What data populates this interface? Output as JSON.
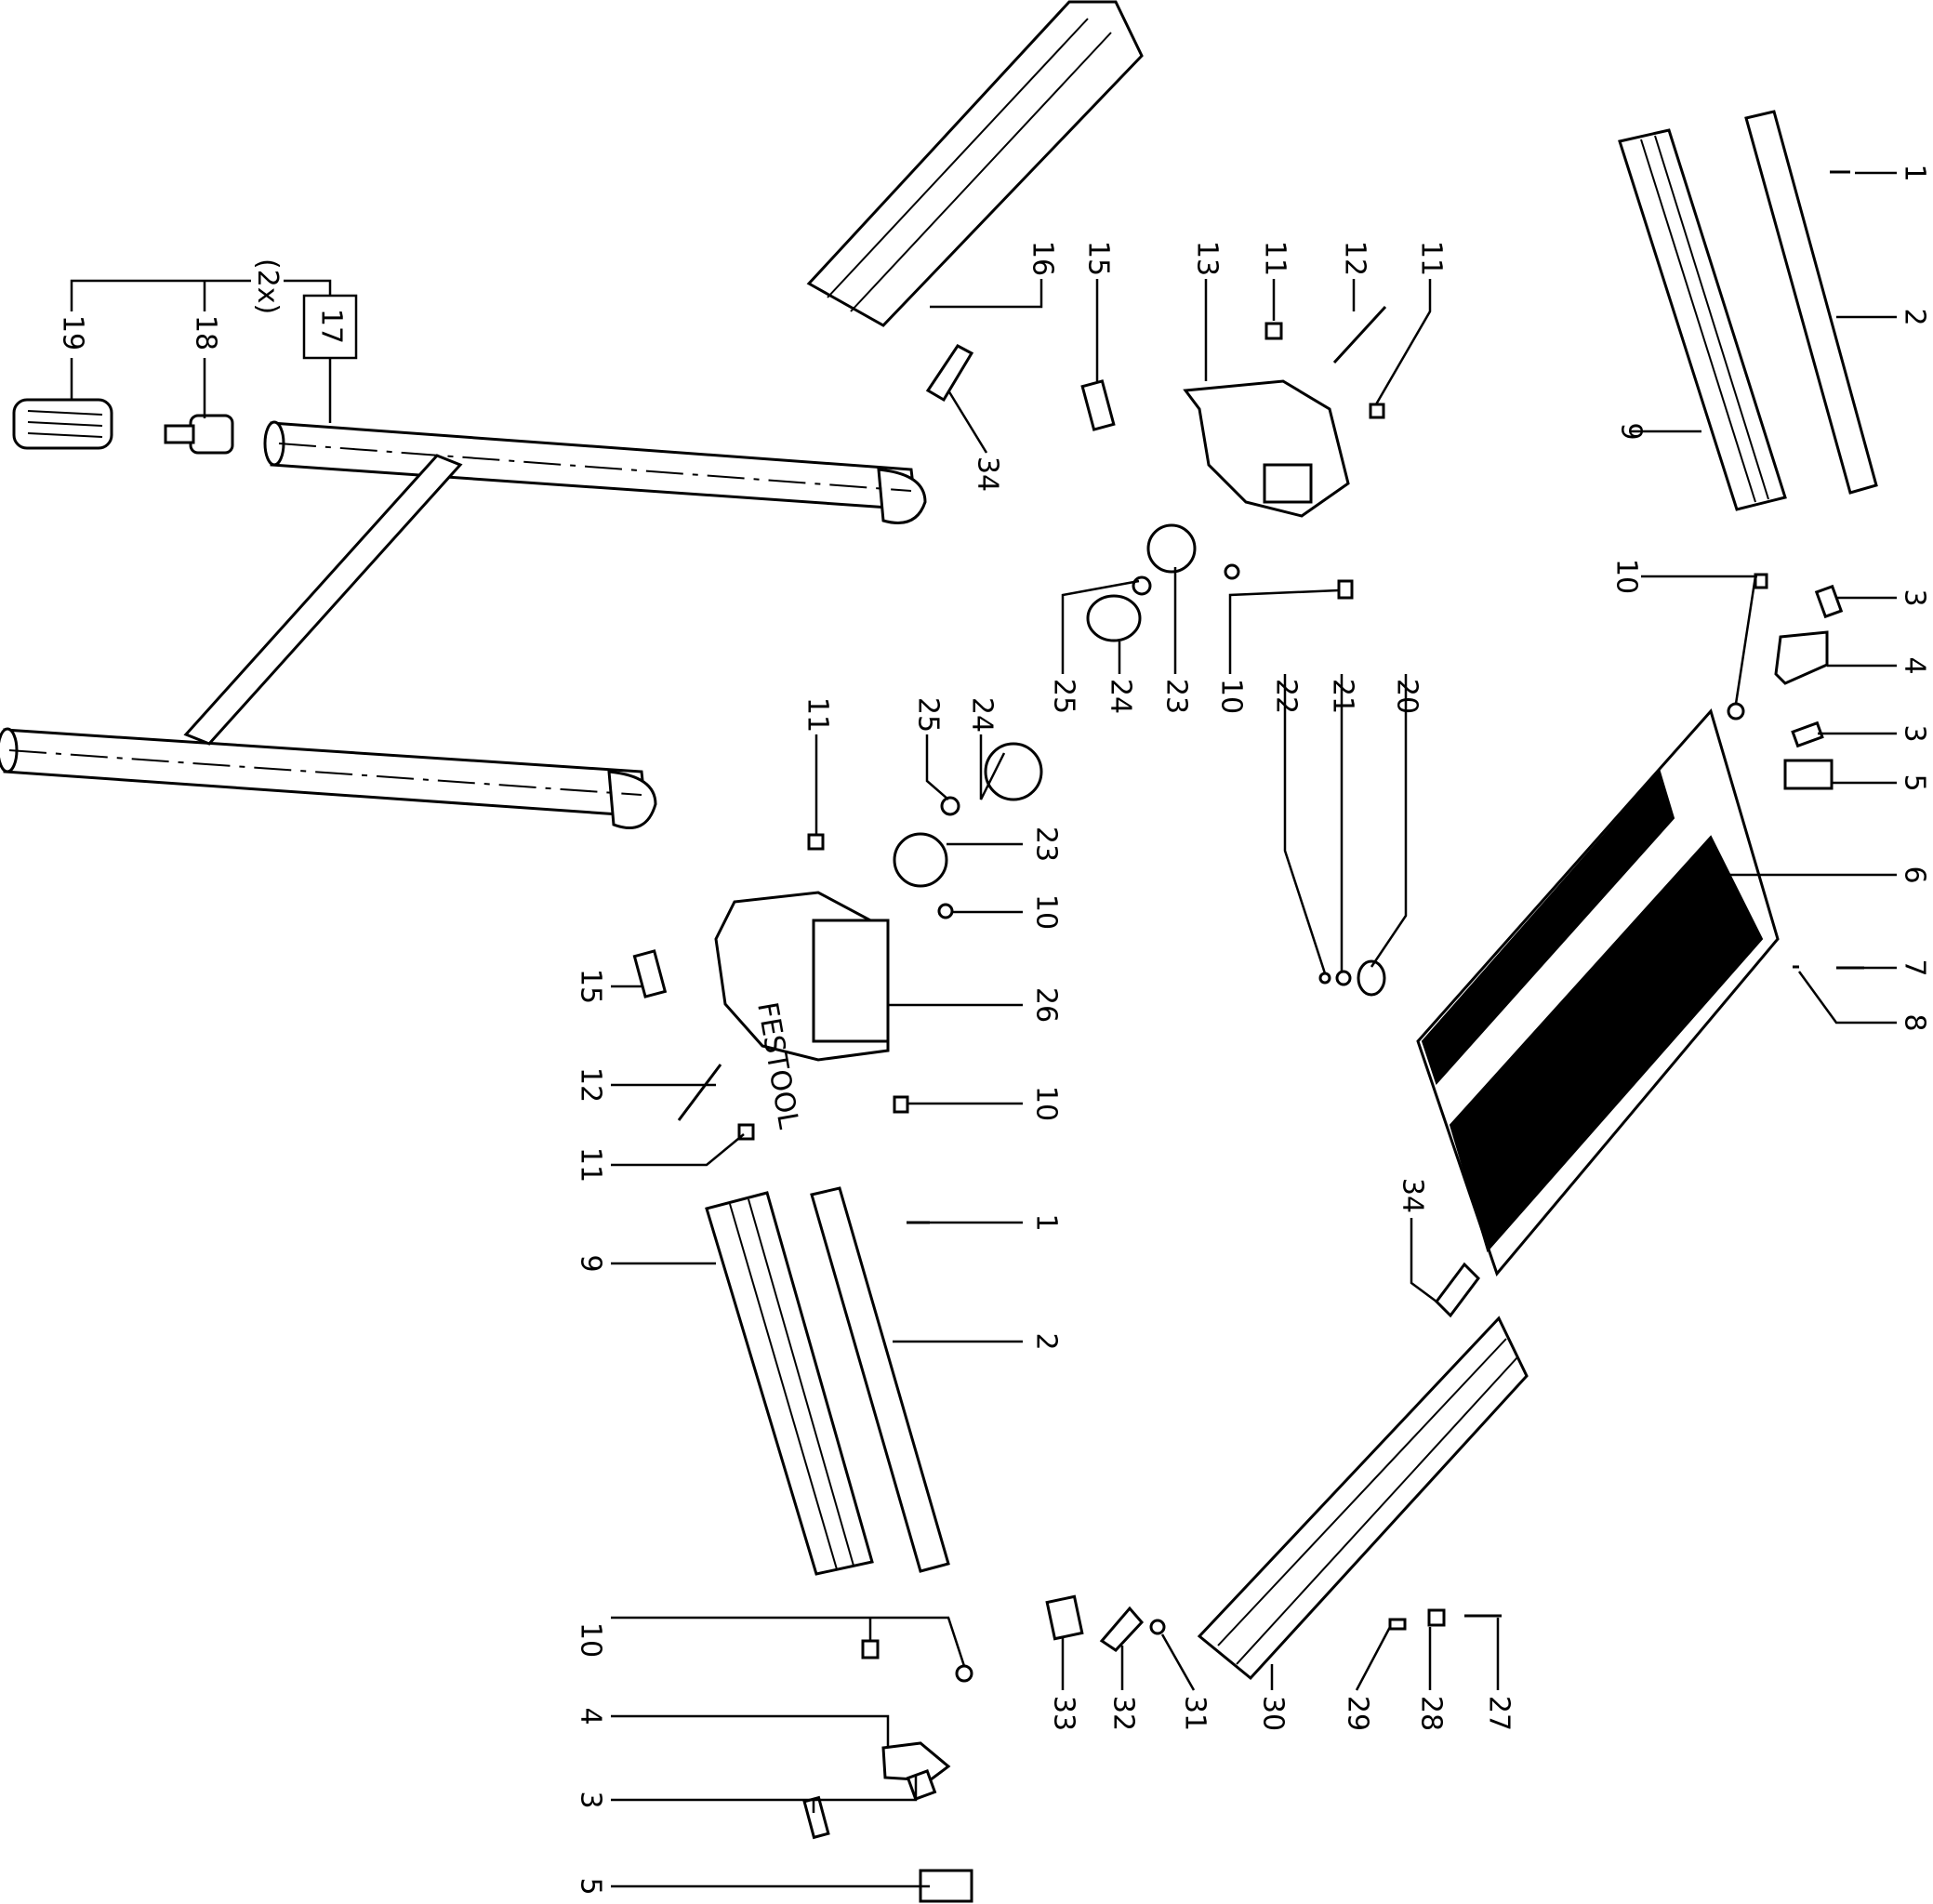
{
  "diagram": {
    "type": "exploded-parts-view",
    "logo_text": "FESTOOL",
    "quantity_note": "(2x)",
    "callouts": [
      "1",
      "2",
      "9",
      "3",
      "4",
      "3",
      "5",
      "6",
      "7",
      "8",
      "10",
      "16",
      "15",
      "13",
      "11",
      "12",
      "11",
      "34",
      "19",
      "18",
      "17",
      "25",
      "24",
      "23",
      "10",
      "22",
      "21",
      "20",
      "11",
      "25",
      "24",
      "23",
      "10",
      "26",
      "15",
      "10",
      "12",
      "11",
      "9",
      "1",
      "2",
      "34",
      "10",
      "4",
      "3",
      "5",
      "33",
      "32",
      "31",
      "30",
      "29",
      "28",
      "27"
    ]
  }
}
